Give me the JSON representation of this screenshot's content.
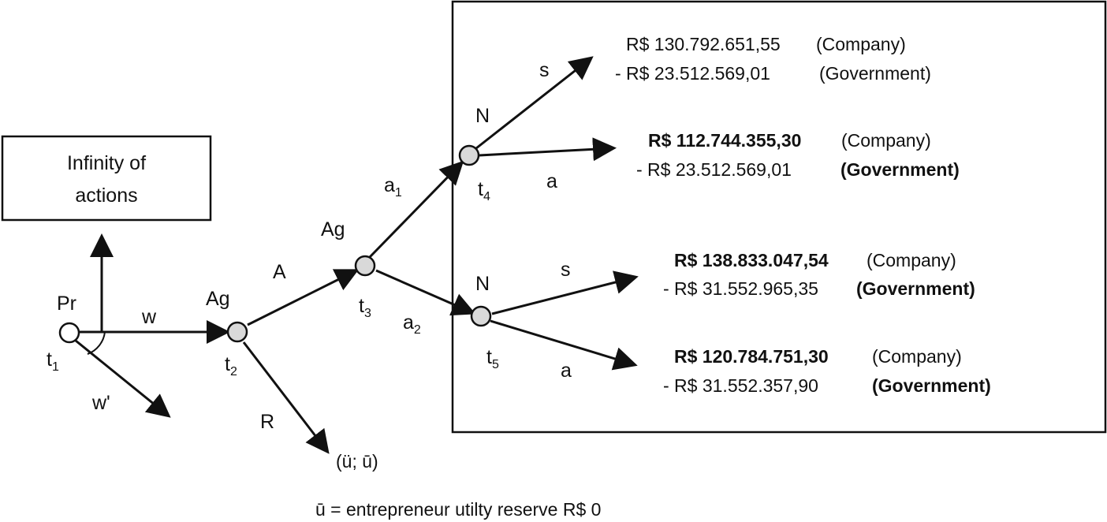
{
  "diagram": {
    "infinity_box": {
      "line1": "Infinity of",
      "line2": "actions"
    },
    "nodes": {
      "t1": {
        "player": "Pr",
        "time": "t",
        "time_sub": "1"
      },
      "t2": {
        "player": "Ag",
        "time": "t",
        "time_sub": "2"
      },
      "t3": {
        "player": "Ag",
        "time": "t",
        "time_sub": "3"
      },
      "t4": {
        "player": "N",
        "time": "t",
        "time_sub": "4"
      },
      "t5": {
        "player": "N",
        "time": "t",
        "time_sub": "5"
      }
    },
    "edges": {
      "w": "w",
      "w_prime": "w'",
      "A": "A",
      "R": "R",
      "a1": "a",
      "a1_sub": "1",
      "a2": "a",
      "a2_sub": "2",
      "s_t4": "s",
      "a_t4": "a",
      "s_t5": "s",
      "a_t5": "a"
    },
    "reserve_payoff": "(ü; ū)",
    "payoffs": {
      "p1": {
        "company": "R$ 130.792.651,55",
        "company_tag": "(Company)",
        "government": "- R$ 23.512.569,01",
        "government_tag": "(Government)"
      },
      "p2": {
        "company": "R$ 112.744.355,30",
        "company_tag": "(Company)",
        "government": "- R$ 23.512.569,01",
        "government_tag": "(Government)"
      },
      "p3": {
        "company": "R$ 138.833.047,54",
        "company_tag": "(Company)",
        "government": "- R$ 31.552.965,35",
        "government_tag": "(Government)"
      },
      "p4": {
        "company": "R$ 120.784.751,30",
        "company_tag": "(Company)",
        "government": "- R$ 31.552.357,90",
        "government_tag": "(Government)"
      }
    },
    "footnote": "ū = entrepreneur utilty reserve R$ 0"
  }
}
